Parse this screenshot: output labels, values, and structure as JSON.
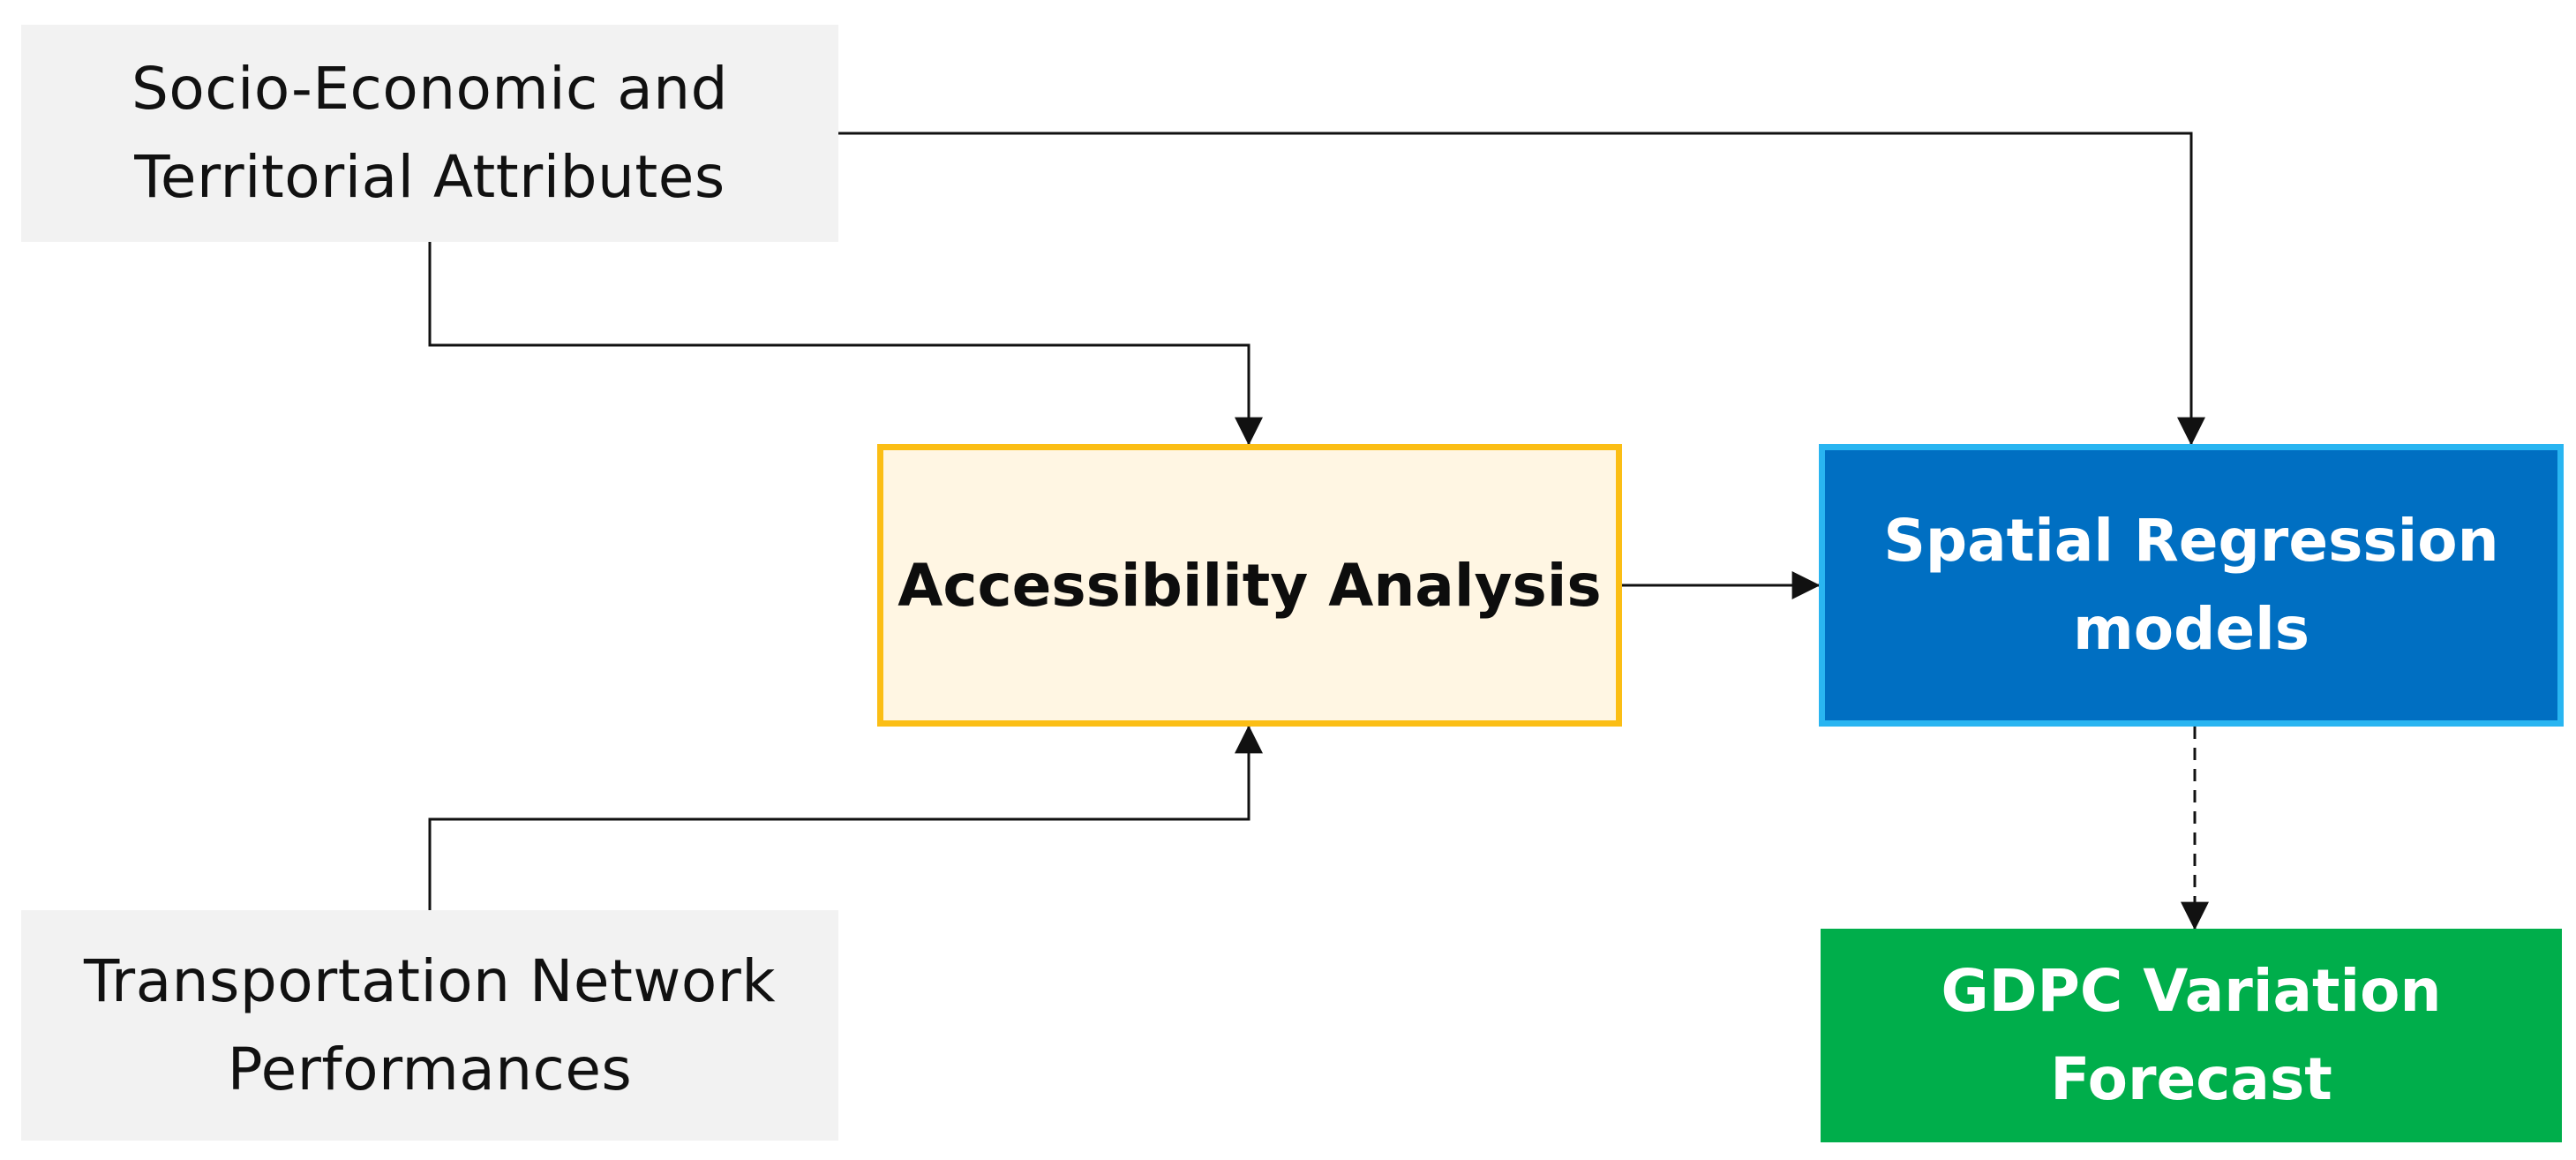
{
  "nodes": {
    "socio_economic": {
      "lines": [
        "Socio-Economic and",
        "Territorial Attributes"
      ]
    },
    "transportation": {
      "lines": [
        "Transportation Network",
        "Performances"
      ]
    },
    "accessibility": {
      "lines": [
        "Accessibility Analysis"
      ]
    },
    "spatial_regression": {
      "lines": [
        "Spatial Regression",
        "models"
      ]
    },
    "gdpc_forecast": {
      "lines": [
        "GDPC Variation",
        "Forecast"
      ]
    }
  },
  "edges": [
    {
      "from": "socio_economic",
      "to": "accessibility",
      "style": "solid"
    },
    {
      "from": "socio_economic",
      "to": "spatial_regression",
      "style": "solid"
    },
    {
      "from": "transportation",
      "to": "accessibility",
      "style": "solid"
    },
    {
      "from": "accessibility",
      "to": "spatial_regression",
      "style": "solid"
    },
    {
      "from": "spatial_regression",
      "to": "gdpc_forecast",
      "style": "dashed"
    }
  ],
  "colors": {
    "input_fill": "#f2f2f2",
    "accessibility_fill": "#fff6e3",
    "accessibility_border": "#fbbe15",
    "spatial_fill": "#006fc2",
    "spatial_border": "#29b5f1",
    "gdpc_fill": "#00ae4b",
    "connector": "#111111"
  }
}
